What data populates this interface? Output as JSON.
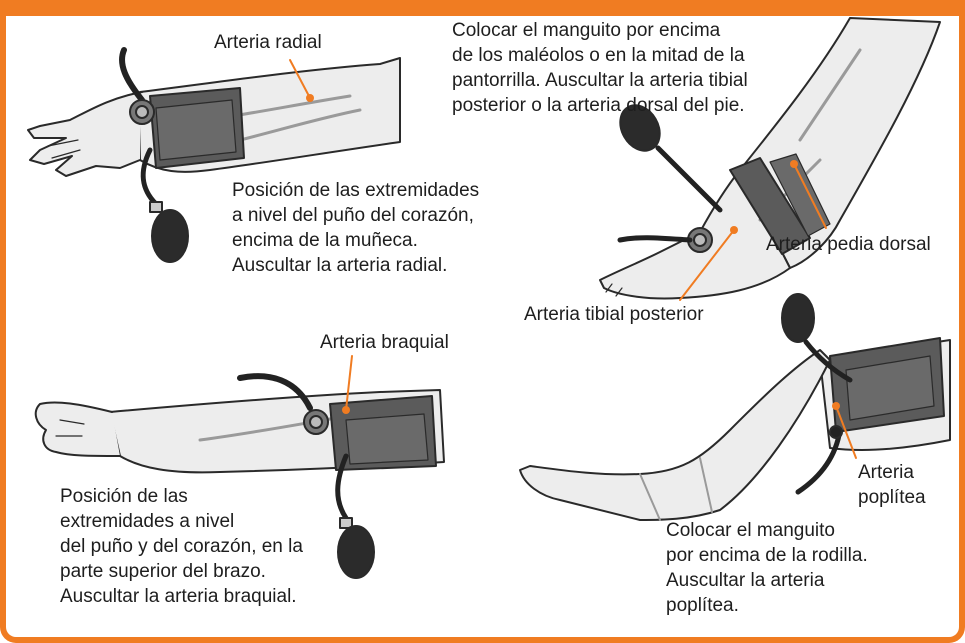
{
  "colors": {
    "accent": "#f07c22",
    "skin": "#ededed",
    "outline": "#2a2a2a",
    "cuff": "#5b5b5b",
    "vein": "#8a8a8a"
  },
  "labels": {
    "radial": "Arteria radial",
    "braquial": "Arteria braquial",
    "pedia": "Arteria pedia dorsal",
    "tibial": "Arteria tibial posterior",
    "poplitea": [
      "Arteria",
      "poplítea"
    ]
  },
  "captions": {
    "wrist": [
      "Posición de las extremidades",
      "a nivel del puño del corazón,",
      "encima de la muñeca.",
      "Auscultar la arteria radial."
    ],
    "ankle": [
      "Colocar el manguito por encima",
      "de los maléolos o en la mitad de la",
      "pantorrilla. Auscultar la arteria tibial",
      "posterior o la arteria dorsal del pie."
    ],
    "arm": [
      "Posición de las",
      "extremidades a nivel",
      "del puño y del corazón, en la",
      "parte superior del brazo.",
      "Auscultar la arteria braquial."
    ],
    "knee": [
      "Colocar el manguito",
      "por encima de la rodilla.",
      "Auscultar la arteria",
      "poplítea."
    ]
  }
}
